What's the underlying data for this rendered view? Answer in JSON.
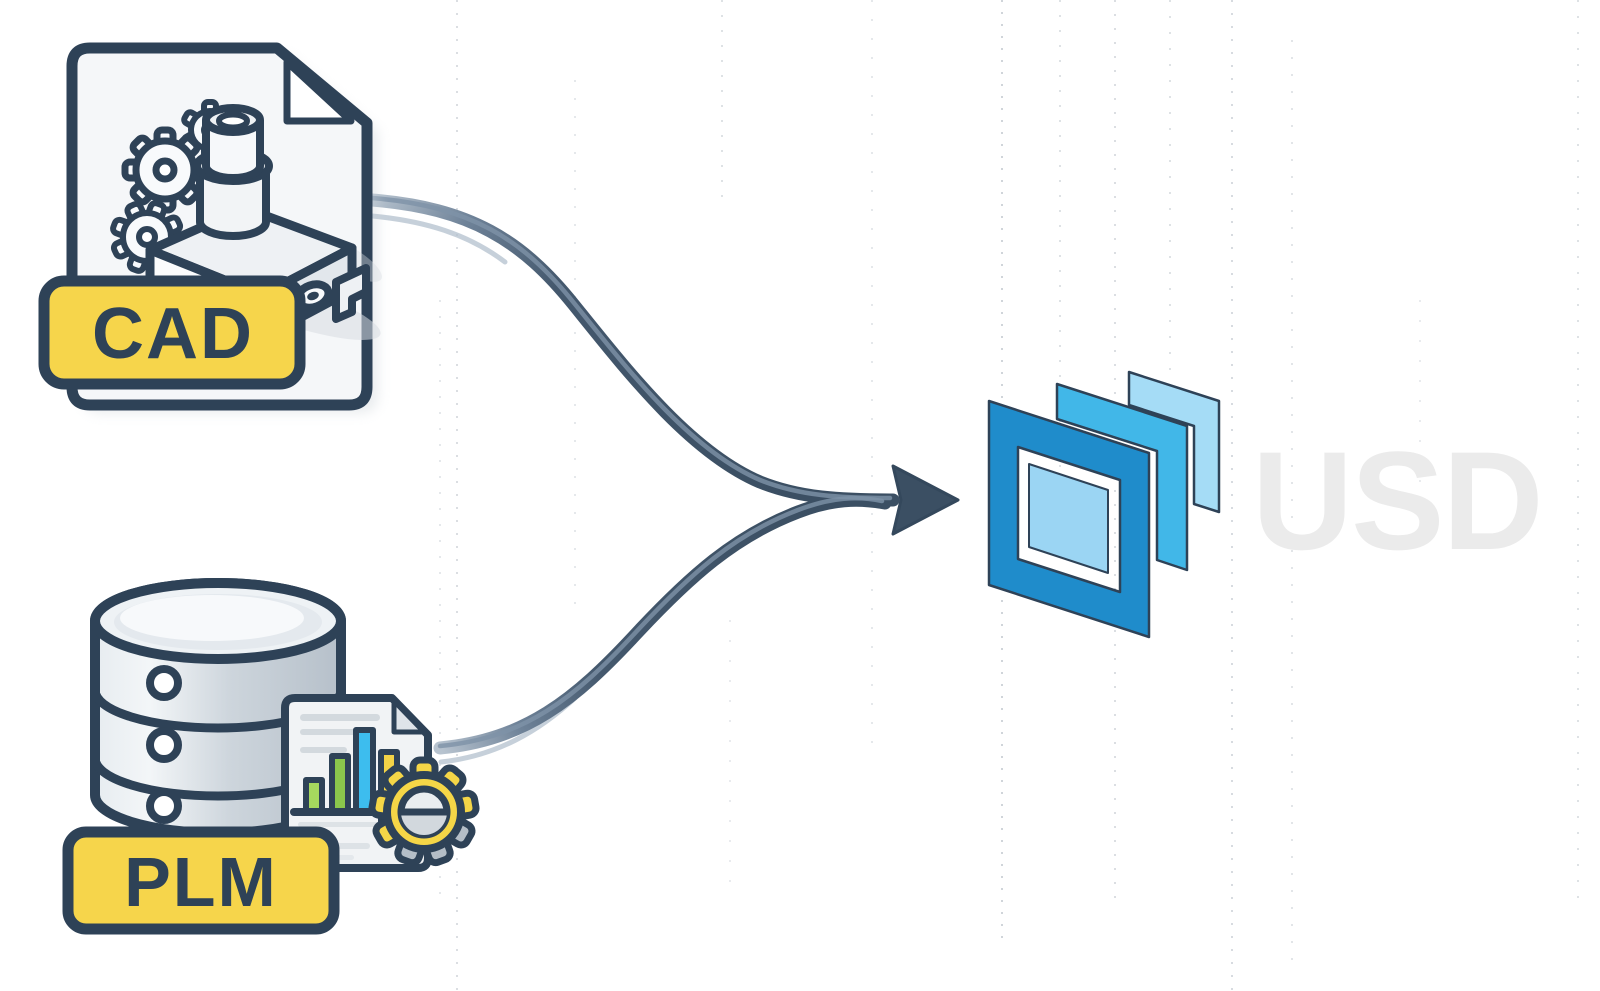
{
  "nodes": {
    "cad": {
      "badge_label": "CAD"
    },
    "plm": {
      "badge_label": "PLM"
    },
    "usd": {
      "watermark_label": "USD"
    }
  },
  "icons": [
    "cad-file-icon",
    "mechanical-part-icon",
    "gear-icon",
    "database-icon",
    "report-document-icon",
    "bar-chart-icon",
    "merge-arrow-icon",
    "usd-layers-logo"
  ],
  "colors": {
    "outline_navy": "#2e4257",
    "badge_yellow": "#f6d54b",
    "document_fill": "#f5f7f9",
    "database_gray": "#cfd7de",
    "arrow_slate": "#3b4f63",
    "arrow_highlight": "#7e92a7",
    "gear_yellow": "#f5d647",
    "bar_green_light": "#a6d85e",
    "bar_green": "#8bc74c",
    "bar_cyan": "#3dbdee",
    "bar_yellow": "#f3d347",
    "usd_front_blue": "#1f8ccb",
    "usd_mid_cyan": "#41b7e8",
    "usd_back_blue": "#a5dcf6",
    "usd_inner_blue": "#9bd5f3",
    "usd_text_gray": "#ebebeb"
  }
}
